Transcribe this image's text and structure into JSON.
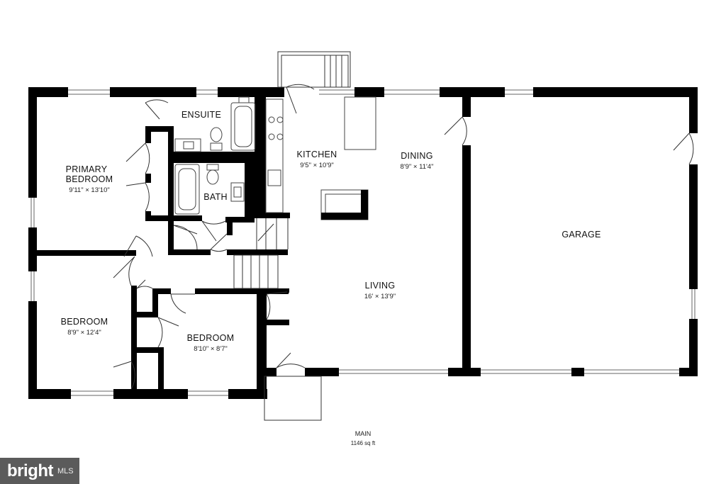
{
  "rooms": {
    "primary_bedroom": {
      "name_line1": "PRIMARY",
      "name_line2": "BEDROOM",
      "dims": "9'11\" × 13'10\""
    },
    "ensuite": {
      "name": "ENSUITE"
    },
    "bath": {
      "name": "BATH"
    },
    "kitchen": {
      "name": "KITCHEN",
      "dims": "9'5\" × 10'9\""
    },
    "dining": {
      "name": "DINING",
      "dims": "8'9\" × 11'4\""
    },
    "garage": {
      "name": "GARAGE"
    },
    "living": {
      "name": "LIVING",
      "dims": "16' × 13'9\""
    },
    "bedroom_left": {
      "name": "BEDROOM",
      "dims": "8'9\" × 12'4\""
    },
    "bedroom_right": {
      "name": "BEDROOM",
      "dims": "8'10\" × 8'7\""
    }
  },
  "footer": {
    "level": "MAIN",
    "area": "1146 sq ft"
  },
  "brand": {
    "word": "bright",
    "suffix": "MLS"
  },
  "colors": {
    "wall": "#000000",
    "fixture": "#555555",
    "background": "#ffffff",
    "brand_bg": "#5b5b5b"
  }
}
